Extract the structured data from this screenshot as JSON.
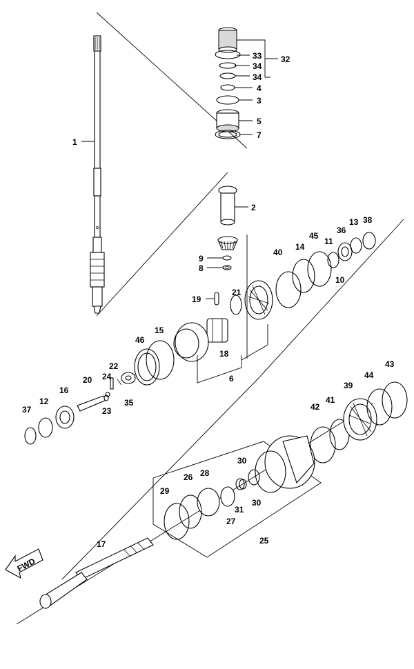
{
  "labels": [
    {
      "id": "1",
      "text": "1"
    },
    {
      "id": "2",
      "text": "2"
    },
    {
      "id": "3",
      "text": "3"
    },
    {
      "id": "4",
      "text": "4"
    },
    {
      "id": "5",
      "text": "5"
    },
    {
      "id": "6",
      "text": "6"
    },
    {
      "id": "7",
      "text": "7"
    },
    {
      "id": "8",
      "text": "8"
    },
    {
      "id": "9",
      "text": "9"
    },
    {
      "id": "10",
      "text": "10"
    },
    {
      "id": "11",
      "text": "11"
    },
    {
      "id": "12",
      "text": "12"
    },
    {
      "id": "13",
      "text": "13"
    },
    {
      "id": "14",
      "text": "14"
    },
    {
      "id": "15",
      "text": "15"
    },
    {
      "id": "16",
      "text": "16"
    },
    {
      "id": "17",
      "text": "17"
    },
    {
      "id": "18",
      "text": "18"
    },
    {
      "id": "19",
      "text": "19"
    },
    {
      "id": "20",
      "text": "20"
    },
    {
      "id": "21",
      "text": "21"
    },
    {
      "id": "22",
      "text": "22"
    },
    {
      "id": "23",
      "text": "23"
    },
    {
      "id": "24",
      "text": "24"
    },
    {
      "id": "25",
      "text": "25"
    },
    {
      "id": "26",
      "text": "26"
    },
    {
      "id": "27",
      "text": "27"
    },
    {
      "id": "28",
      "text": "28"
    },
    {
      "id": "29",
      "text": "29"
    },
    {
      "id": "30a",
      "text": "30"
    },
    {
      "id": "30b",
      "text": "30"
    },
    {
      "id": "31",
      "text": "31"
    },
    {
      "id": "32",
      "text": "32"
    },
    {
      "id": "33",
      "text": "33"
    },
    {
      "id": "34a",
      "text": "34"
    },
    {
      "id": "34b",
      "text": "34"
    },
    {
      "id": "35",
      "text": "35"
    },
    {
      "id": "36",
      "text": "36"
    },
    {
      "id": "37",
      "text": "37"
    },
    {
      "id": "38",
      "text": "38"
    },
    {
      "id": "39",
      "text": "39"
    },
    {
      "id": "40",
      "text": "40"
    },
    {
      "id": "41",
      "text": "41"
    },
    {
      "id": "42",
      "text": "42"
    },
    {
      "id": "43",
      "text": "43"
    },
    {
      "id": "44",
      "text": "44"
    },
    {
      "id": "45",
      "text": "45"
    },
    {
      "id": "46",
      "text": "46"
    }
  ],
  "fwd_marker": {
    "text": "FWD"
  },
  "colors": {
    "line": "#000000",
    "background": "#ffffff",
    "shade": "#d9d9d9"
  }
}
